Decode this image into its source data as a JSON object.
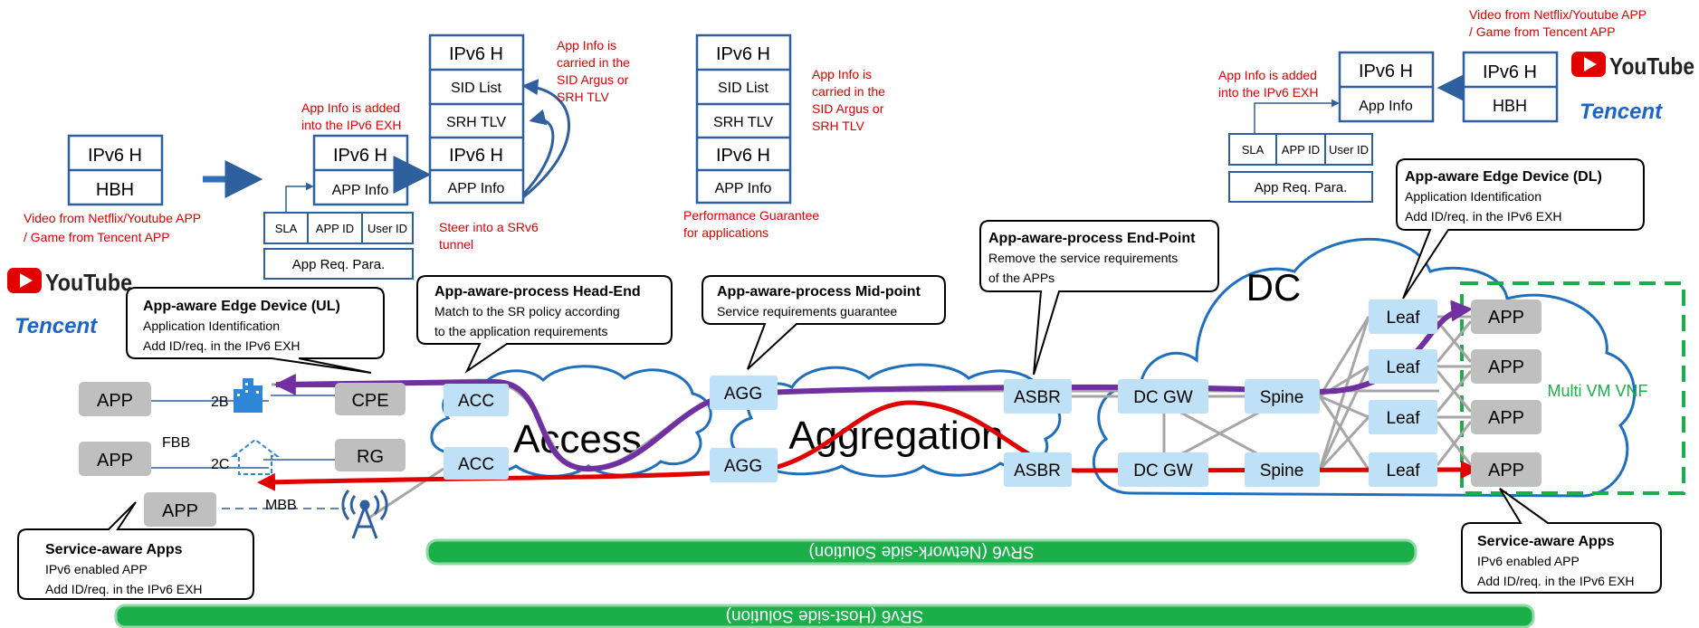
{
  "colors": {
    "accent_blue": "#2e5f9e",
    "node_blue": "#bfe1f7",
    "app_gray": "#bfbfbf",
    "bar_green": "#1aaf48",
    "path_purple": "#7030a0",
    "path_red": "#e00000",
    "vnf_green": "#1aaf48"
  },
  "brands": {
    "youtube": "YouTube",
    "tencent": "Tencent"
  },
  "headers": {
    "h1": {
      "top": "IPv6 H",
      "bottom": "HBH"
    },
    "h2": {
      "top": "IPv6 H",
      "bottom": "APP Info"
    },
    "h3": {
      "rows": [
        "IPv6 H",
        "SID List",
        "SRH TLV",
        "IPv6 H",
        "APP Info"
      ]
    },
    "h4": {
      "rows": [
        "IPv6 H",
        "SID List",
        "SRH TLV",
        "IPv6 H",
        "APP Info"
      ]
    },
    "h5": {
      "top": "IPv6 H",
      "bottom": "App Info"
    },
    "h6": {
      "top": "IPv6 H",
      "bottom": "HBH"
    }
  },
  "subfields_left": {
    "sla": "SLA",
    "app_id": "APP ID",
    "user_id": "User ID",
    "req": "App Req. Para."
  },
  "subfields_right": {
    "sla": "SLA",
    "app_id": "APP ID",
    "user_id": "User ID",
    "req": "App Req. Para."
  },
  "red_notes": {
    "video_left": [
      "Video from Netflix/Youtube APP",
      "/ Game from Tencent APP"
    ],
    "added_left": [
      "App Info is added",
      "into the IPv6 EXH"
    ],
    "carried_1": [
      "App Info is",
      "carried in the",
      "SID Argus or",
      "SRH TLV"
    ],
    "steer": [
      "Steer into a SRv6",
      "tunnel"
    ],
    "carried_2": [
      "App Info is",
      "carried in the",
      "SID Argus or",
      "SRH TLV"
    ],
    "perf": [
      "Performance Guarantee",
      "for applications"
    ],
    "video_right": [
      "Video from Netflix/Youtube APP",
      "/ Game from Tencent APP"
    ],
    "added_right": [
      "App Info is added",
      "into the IPv6 EXH"
    ]
  },
  "callouts": {
    "edge_ul": {
      "title": "App-aware Edge Device (UL)",
      "lines": [
        "Application Identification",
        "Add ID/req. in the IPv6 EXH"
      ]
    },
    "head_end": {
      "title": "App-aware-process Head-End",
      "lines": [
        "Match to the SR policy according",
        "to the application requirements"
      ]
    },
    "mid_point": {
      "title": "App-aware-process Mid-point",
      "lines": [
        "Service requirements guarantee"
      ]
    },
    "end_point": {
      "title": "App-aware-process End-Point",
      "lines": [
        "Remove the service requirements",
        "of the APPs"
      ]
    },
    "edge_dl": {
      "title": "App-aware Edge Device (DL)",
      "lines": [
        "Application Identification",
        "Add ID/req. in the IPv6 EXH"
      ]
    },
    "svc_left": {
      "title": "Service-aware Apps",
      "lines": [
        "IPv6 enabled APP",
        "Add ID/req. in the IPv6 EXH"
      ]
    },
    "svc_right": {
      "title": "Service-aware Apps",
      "lines": [
        "IPv6 enabled APP",
        "Add ID/req. in the IPv6 EXH"
      ]
    }
  },
  "network": {
    "app": "APP",
    "cpe": "CPE",
    "rg": "RG",
    "acc": "ACC",
    "agg": "AGG",
    "asbr": "ASBR",
    "dcgw": "DC GW",
    "spine": "Spine",
    "leaf": "Leaf",
    "label_2b": "2B",
    "label_2c": "2C",
    "label_fbb": "FBB",
    "label_mbb": "MBB",
    "cloud_access": "Access",
    "cloud_aggregation": "Aggregation",
    "cloud_dc": "DC",
    "vnf": "Multi VM VNF"
  },
  "bars": {
    "network_side": "SRv6 (Network-side Solution)",
    "host_side": "SRv6 (Host-side Solution)"
  }
}
